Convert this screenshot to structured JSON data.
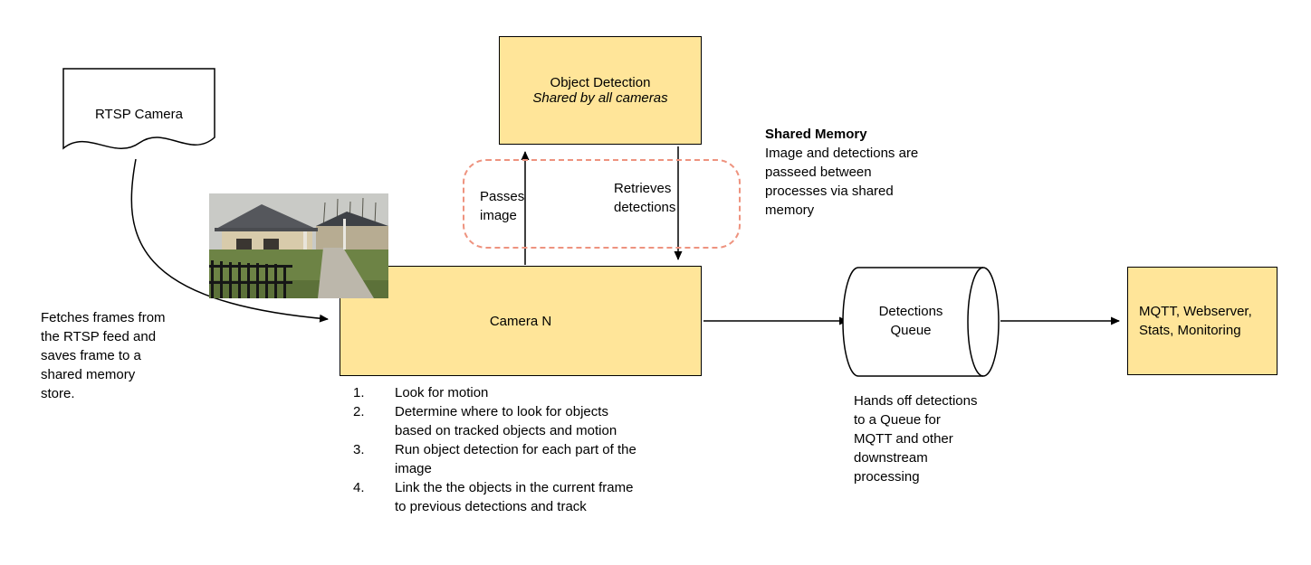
{
  "colors": {
    "node_fill": "#ffe599",
    "node_border": "#000000",
    "arrow": "#000000",
    "shared_memory_dash": "#ee937f"
  },
  "nodes": {
    "rtsp_camera": {
      "label": "RTSP Camera"
    },
    "object_detection": {
      "title": "Object Detection",
      "subtitle": "Shared by all cameras"
    },
    "camera_n": {
      "label": "Camera N"
    },
    "detections_queue": {
      "label": "Detections\nQueue"
    },
    "outputs": {
      "label": "MQTT, Webserver,\nStats, Monitoring"
    }
  },
  "edge_labels": {
    "passes_image": "Passes\nimage",
    "retrieves_detections": "Retrieves\ndetections"
  },
  "notes": {
    "fetch": "Fetches frames from\nthe RTSP feed and\nsaves frame to a\nshared memory\nstore.",
    "shared_memory_title": "Shared Memory",
    "shared_memory_body": "Image and detections are\npasseed between\nprocesses via shared\nmemory",
    "queue": "Hands off detections\nto a Queue for\nMQTT and other\ndownstream\nprocessing"
  },
  "camera_steps": [
    {
      "num": "1.",
      "text": "Look for motion"
    },
    {
      "num": "2.",
      "text": "Determine where to look for objects\nbased on tracked objects and motion"
    },
    {
      "num": "3.",
      "text": "Run object detection for each part of the\nimage"
    },
    {
      "num": "4.",
      "text": "Link the the objects in the current frame\nto previous detections and track"
    }
  ]
}
